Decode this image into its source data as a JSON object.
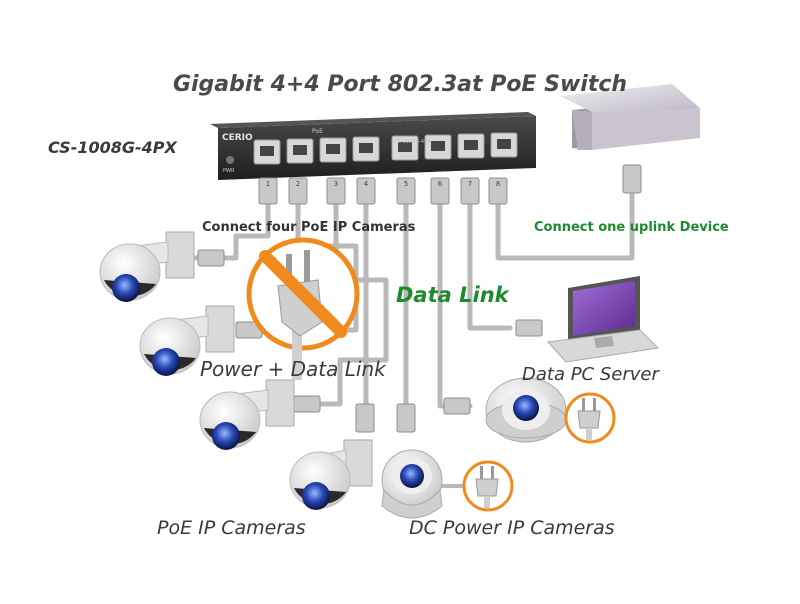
{
  "title": "Gigabit 4+4 Port 802.3at PoE Switch",
  "model": "CS-1008G-4PX",
  "switch": {
    "brand": "CERIO",
    "model_small": "CS-1008G-4PX",
    "poe_label": "PoE",
    "pwr_label": "PWR",
    "port_numbers": [
      "1",
      "2",
      "3",
      "4",
      "5",
      "6",
      "7",
      "8"
    ]
  },
  "labels": {
    "connect_poe": "Connect four PoE IP Cameras",
    "connect_uplink": "Connect one uplink Device",
    "data_link": "Data Link",
    "power_data_link": "Power + Data Link",
    "data_pc_server": "Data PC Server",
    "poe_ip_cameras": "PoE IP Cameras",
    "dc_power_ip_cameras": "DC Power IP Cameras"
  },
  "colors": {
    "title": "#4a4a4a",
    "green": "#1e8a2e",
    "cable": "#b5b5b5",
    "orange": "#f08a1c",
    "monitor_screen": "#7b3fb0",
    "switch_body": "#2c2c2c"
  },
  "icons": [
    "ptz-camera-icon",
    "dome-camera-icon",
    "power-plug-icon",
    "monitor-icon",
    "uplink-device-icon",
    "rj45-connector-icon",
    "no-power-plug-icon"
  ]
}
